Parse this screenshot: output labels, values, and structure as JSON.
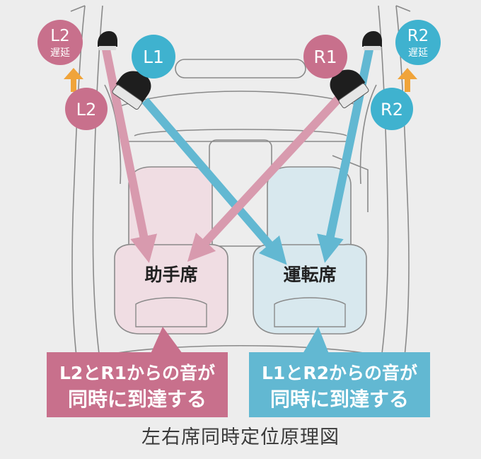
{
  "colors": {
    "background": "#ededed",
    "pink": "#c8708c",
    "blue": "#3fb2cf",
    "pink_arrow": "#d89aae",
    "blue_arrow": "#62b8d2",
    "pink_seat": "#f0dde3",
    "blue_seat": "#d8e8ee",
    "orange": "#f0a43a",
    "outline": "#8a8a8a"
  },
  "speakers": {
    "l2_delay": {
      "label": "L2",
      "sub": "遅延"
    },
    "r2_delay": {
      "label": "R2",
      "sub": "遅延"
    },
    "l1": {
      "label": "L1"
    },
    "r1": {
      "label": "R1"
    },
    "l2": {
      "label": "L2"
    },
    "r2": {
      "label": "R2"
    }
  },
  "seats": {
    "passenger": "助手席",
    "driver": "運転席"
  },
  "boxes": {
    "left": {
      "line1": "L2とR1からの音が",
      "line2": "同時に到達する"
    },
    "right": {
      "line1": "L1とR2からの音が",
      "line2": "同時に到達する"
    }
  },
  "caption": "左右席同時定位原理図",
  "icons": {
    "speaker": "speaker-icon",
    "delay_arrow": "arrow-up-icon"
  }
}
